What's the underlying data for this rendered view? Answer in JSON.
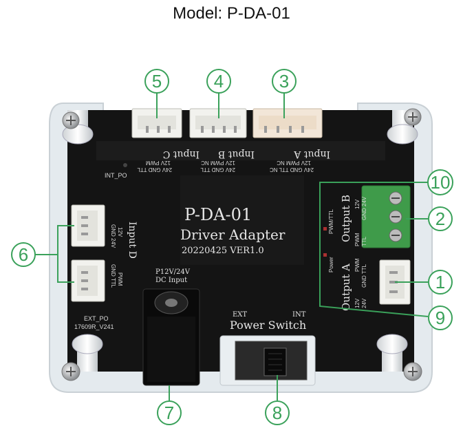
{
  "title": "Model: P-DA-01",
  "board": {
    "name": "P-DA-01",
    "subtitle": "Driver Adapter",
    "version": "20220425 VER1.0",
    "input_a": "Input A",
    "input_b": "Input B",
    "input_c": "Input C",
    "input_d": "Input D",
    "output_a": "Output A",
    "output_b": "Output B",
    "int_po": "INT_PO",
    "ext_po": "EXT_PO",
    "serial": "17609R_V241",
    "dc_line1": "P12V/24V",
    "dc_line2": "DC Input",
    "ext": "EXT",
    "int": "INT",
    "power_switch": "Power Switch",
    "pwm_ttl": "PWM/TTL",
    "power_led": "Power",
    "pin_12v": "12V",
    "pin_24v": "24V",
    "pin_pwm": "PWM",
    "pin_gnd": "GND",
    "pin_ttl": "TTL",
    "pin_nc": "NC"
  },
  "callouts": [
    {
      "id": "1",
      "label": "1"
    },
    {
      "id": "2",
      "label": "2"
    },
    {
      "id": "3",
      "label": "3"
    },
    {
      "id": "4",
      "label": "4"
    },
    {
      "id": "5",
      "label": "5"
    },
    {
      "id": "6",
      "label": "6"
    },
    {
      "id": "7",
      "label": "7"
    },
    {
      "id": "8",
      "label": "8"
    },
    {
      "id": "9",
      "label": "9"
    },
    {
      "id": "10",
      "label": "10"
    }
  ],
  "colors": {
    "callout": "#3aa15a",
    "board": "#141414",
    "acrylic": "#e9eef1",
    "terminal": "#3f9b4a",
    "connector": "#f2f2ee"
  }
}
